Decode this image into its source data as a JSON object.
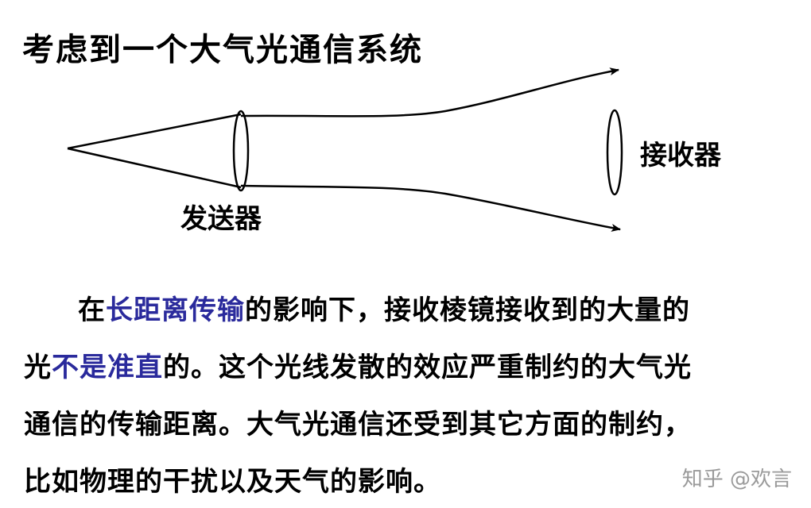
{
  "title": "考虑到一个大气光通信系统",
  "diagram": {
    "transmitter_label": "发送器",
    "receiver_label": "接收器"
  },
  "paragraph": {
    "line1": {
      "t1": "在",
      "h1": "长距离传输",
      "t2": "的影响下，接收棱镜接收到的大量的"
    },
    "line2": {
      "t1": "光",
      "h1": "不是准直",
      "t2": "的。这个光线发散的效应严重制约的大气光"
    },
    "line3": "通信的传输距离。大气光通信还受到其它方面的制约，",
    "line4": "比如物理的干扰以及天气的影响。"
  },
  "watermark": "知乎 @欢言",
  "colors": {
    "text": "#000000",
    "highlight": "#2a2a9c",
    "watermark": "#9a9a9a",
    "background": "#ffffff"
  }
}
